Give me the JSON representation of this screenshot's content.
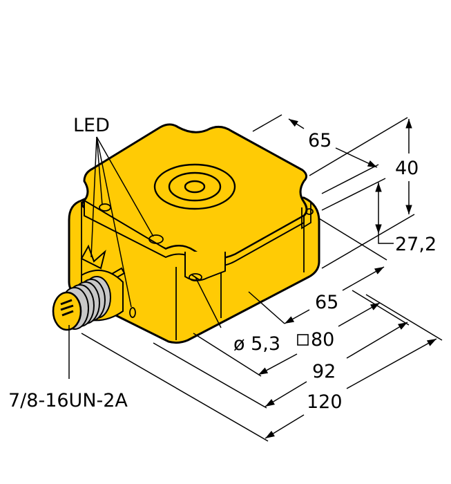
{
  "drawing": {
    "colors": {
      "housing": "#ffcb05",
      "thread": "#c8c8c8",
      "lines": "#000000"
    },
    "labels": {
      "led": "LED",
      "thread": "7/8-16UN-2A",
      "hole": "ø 5,3"
    },
    "dimensions": {
      "top_depth": "65",
      "height_total": "40",
      "height_lower": "27,2",
      "width_inner": "65",
      "square": "□80",
      "width_92": "92",
      "length_120": "120"
    }
  }
}
